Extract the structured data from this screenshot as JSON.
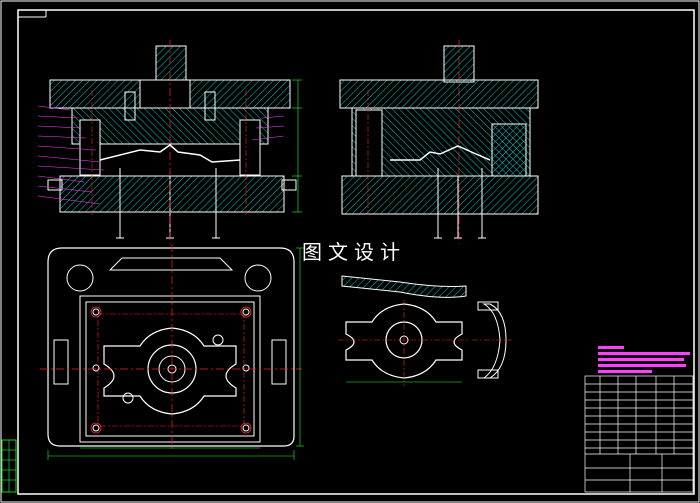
{
  "overlay": {
    "watermark": "图文设计"
  },
  "title_block": {
    "drawing_code": "",
    "sheet": ""
  },
  "colors": {
    "background": "#000000",
    "frame": "#ffffff",
    "part_outline": "#ffffff",
    "hatch": "#00c8c8",
    "centerline": "#ff2020",
    "dimension": "#20ff20",
    "leader": "#ff40ff",
    "bolt": "#ff3030",
    "notes": "#ff40ff",
    "titleblock": "#ffffff"
  },
  "icons": [
    "die-assembly-front-view",
    "die-assembly-side-view",
    "lower-die-plan-view",
    "part-top-view",
    "part-side-view",
    "title-block"
  ]
}
